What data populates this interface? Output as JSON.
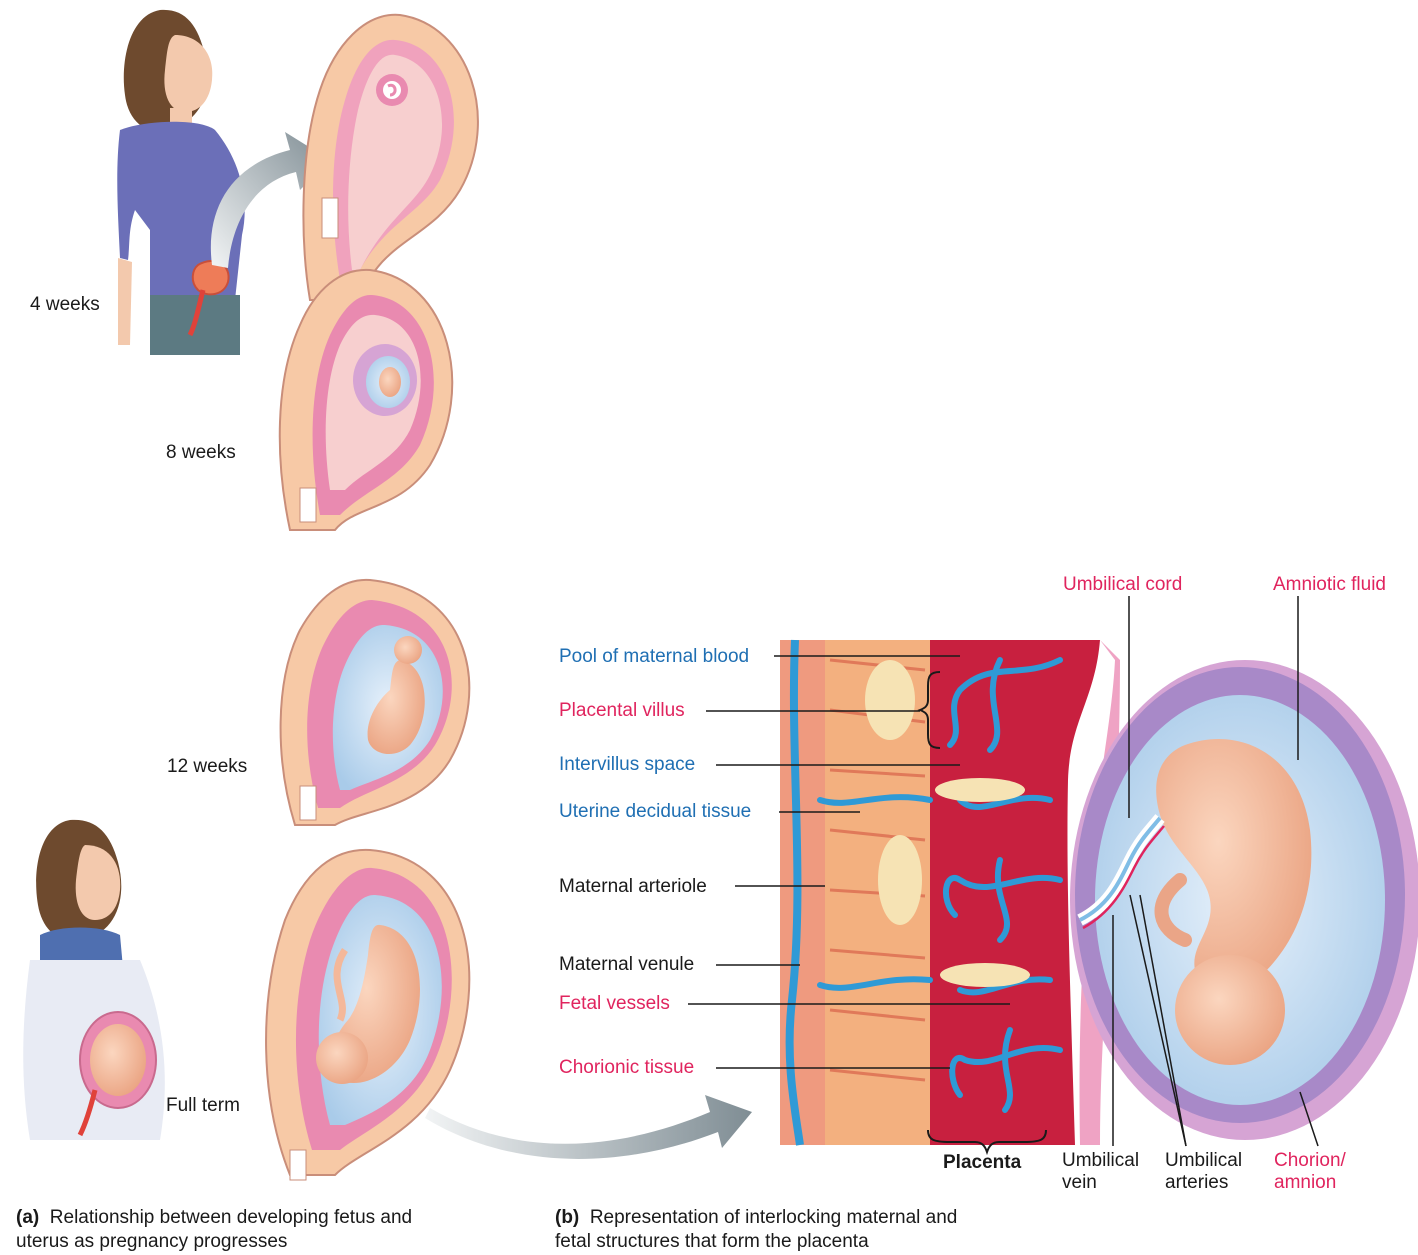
{
  "panel_a": {
    "stages": [
      "4 weeks",
      "8 weeks",
      "12 weeks",
      "Full term"
    ],
    "caption_tag": "(a)",
    "caption_text": "Relationship between developing fetus and uterus as pregnancy progresses"
  },
  "panel_b": {
    "left_labels": {
      "pool_of_maternal_blood": "Pool of maternal blood",
      "placental_villus": "Placental villus",
      "intervillus_space": "Intervillus space",
      "uterine_decidual_tissue": "Uterine decidual tissue",
      "maternal_arteriole": "Maternal arteriole",
      "maternal_venule": "Maternal venule",
      "fetal_vessels": "Fetal vessels",
      "chorionic_tissue": "Chorionic tissue"
    },
    "top_labels": {
      "umbilical_cord": "Umbilical cord",
      "amniotic_fluid": "Amniotic fluid"
    },
    "bottom_labels": {
      "placenta": "Placenta",
      "umbilical_vein": "Umbilical vein",
      "umbilical_arteries": "Umbilical arteries",
      "chorion_amnion": "Chorion/ amnion"
    },
    "caption_tag": "(b)",
    "caption_text": "Representation of interlocking maternal and fetal structures that form the placenta"
  },
  "colors": {
    "label_blue": "#1f6fb3",
    "label_red": "#e0245e",
    "uterus_wall": "#f7c9a6",
    "endometrium": "#e98ab0",
    "amniotic": "#cfe2f5",
    "fetus_skin": "#f4b89a",
    "maternal_blood": "#c8203f",
    "vessel_blue": "#2f9ad6",
    "arrow_gray": "#9aa7ad"
  }
}
